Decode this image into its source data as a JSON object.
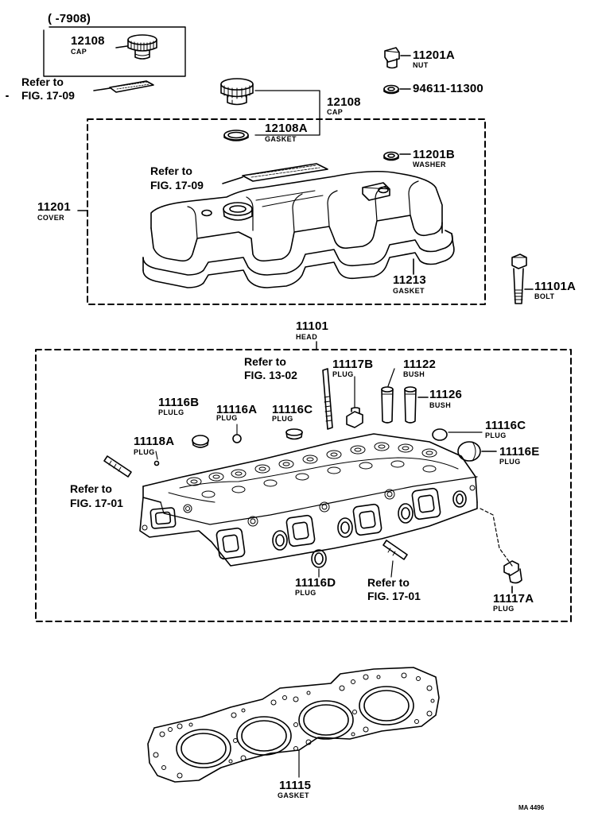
{
  "inset": {
    "date_range": "(      -7908)"
  },
  "parts": {
    "cap_12108_inset": {
      "number": "12108",
      "name": "CAP"
    },
    "nut_11201A": {
      "number": "11201A",
      "name": "NUT"
    },
    "washer_94611": {
      "number": "94611-11300"
    },
    "cap_12108": {
      "number": "12108",
      "name": "CAP"
    },
    "gasket_12108A": {
      "number": "12108A",
      "name": "GASKET"
    },
    "washer_11201B": {
      "number": "11201B",
      "name": "WASHER"
    },
    "cover_11201": {
      "number": "11201",
      "name": "COVER"
    },
    "gasket_11213": {
      "number": "11213",
      "name": "GASKET"
    },
    "bolt_11101A": {
      "number": "11101A",
      "name": "BOLT"
    },
    "head_11101": {
      "number": "11101",
      "name": "HEAD"
    },
    "plug_11117B": {
      "number": "11117B",
      "name": "PLUG"
    },
    "bush_11122": {
      "number": "11122",
      "name": "BUSH"
    },
    "bush_11126": {
      "number": "11126",
      "name": "BUSH"
    },
    "plug_11116B": {
      "number": "11116B",
      "name": "PLULG"
    },
    "plug_11116A": {
      "number": "11116A",
      "name": "PLUG"
    },
    "plug_11116C_a": {
      "number": "11116C",
      "name": "PLUG"
    },
    "plug_11116C_b": {
      "number": "11116C",
      "name": "PLUG"
    },
    "plug_11116E": {
      "number": "11116E",
      "name": "PLUG"
    },
    "plug_11118A": {
      "number": "11118A",
      "name": "PLUG"
    },
    "plug_11116D": {
      "number": "11116D",
      "name": "PLUG"
    },
    "plug_11117A": {
      "number": "11117A",
      "name": "PLUG"
    },
    "gasket_11115": {
      "number": "11115",
      "name": "GASKET"
    }
  },
  "references": {
    "fig_17_09_a": {
      "line1": "Refer to",
      "line2": "FIG. 17-09"
    },
    "fig_17_09_b": {
      "line1": "Refer to",
      "line2": "FIG. 17-09"
    },
    "fig_13_02": {
      "line1": "Refer to",
      "line2": "FIG. 13-02"
    },
    "fig_17_01_a": {
      "line1": "Refer to",
      "line2": "FIG. 17-01"
    },
    "fig_17_01_b": {
      "line1": "Refer to",
      "line2": "FIG. 17-01"
    }
  },
  "footer": {
    "code": "MA 4496"
  }
}
